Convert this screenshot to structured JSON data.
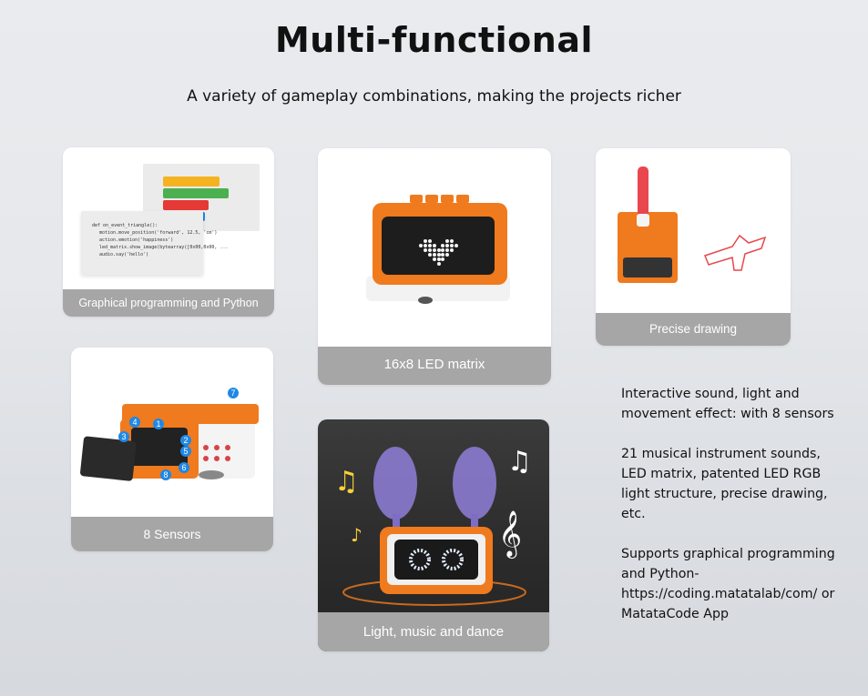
{
  "header": {
    "title": "Multi-functional",
    "subtitle": "A variety of gameplay combinations, making the projects richer"
  },
  "cards": {
    "programming": {
      "caption": "Graphical programming and Python",
      "code_lines": [
        "def on_event_triangle():",
        "motion.move_position('forward', 12.5, 'cm')",
        "action.emotion('happiness')",
        "led_matrix.show_image(bytearray([0x00,0x00, ...",
        "audio.say('hello')"
      ]
    },
    "led": {
      "caption": "16x8 LED matrix"
    },
    "drawing": {
      "caption": "Precise drawing"
    },
    "sensors": {
      "caption": "8 Sensors",
      "sensor_numbers": [
        "1",
        "2",
        "3",
        "4",
        "5",
        "6",
        "7",
        "8"
      ]
    },
    "dance": {
      "caption": "Light, music and dance"
    }
  },
  "side_text": {
    "p1": "Interactive sound, light and movement effect: with 8 sensors",
    "p2": "21 musical instrument sounds, LED matrix, patented LED RGB light structure, precise drawing, etc.",
    "p3": "Supports graphical programming and Python- https://coding.matatalab/com/ or MatataCode App"
  },
  "colors": {
    "robot_orange": "#f07a1e",
    "caption_gray": "#a6a6a6",
    "drawing_red": "#e8474d",
    "sensor_blue": "#1e88e5"
  }
}
